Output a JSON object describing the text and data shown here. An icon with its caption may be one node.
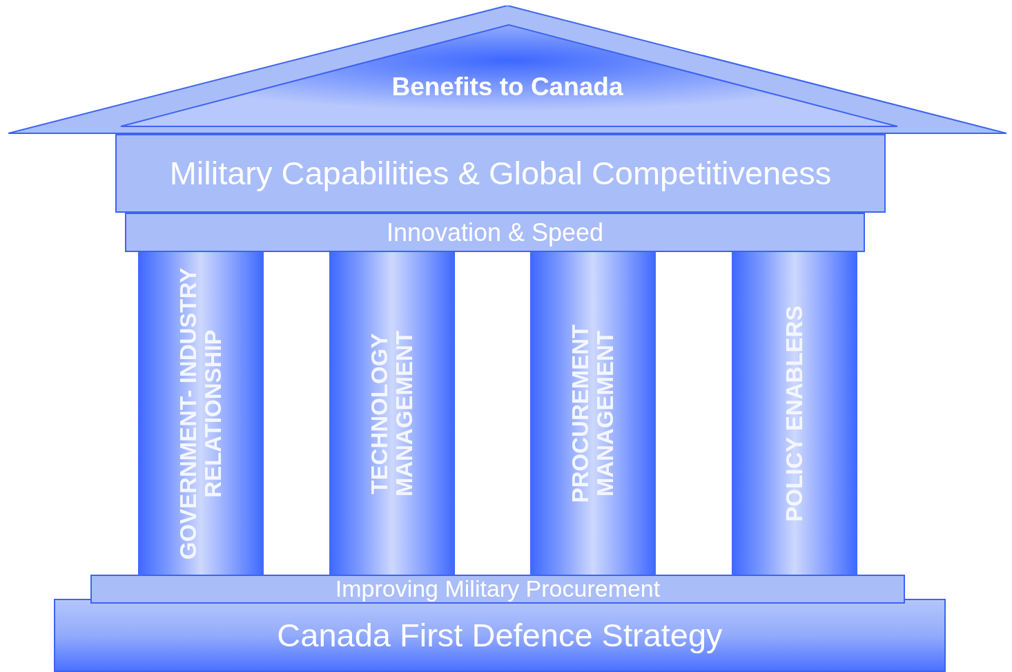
{
  "diagram": {
    "nodes": [
      {
        "text": [
          "Benefits to Canada"
        ]
      },
      {
        "text": [
          "Military Capabilities & Global Competitiveness"
        ]
      },
      {
        "text": [
          "Innovation & Speed"
        ]
      },
      {
        "text": [
          "GOVERNMENT- INDUSTRY RELATIONSHIP"
        ]
      },
      {
        "text": [
          "TECHNOLOGY MANAGEMENT"
        ]
      },
      {
        "text": [
          "PROCUREMENT MANAGEMENT"
        ]
      },
      {
        "text": [
          "POLICY ENABLERS"
        ]
      },
      {
        "text": [
          "Improving Military Procurement"
        ]
      },
      {
        "text": [
          "Canada First Defence Strategy"
        ]
      }
    ]
  }
}
